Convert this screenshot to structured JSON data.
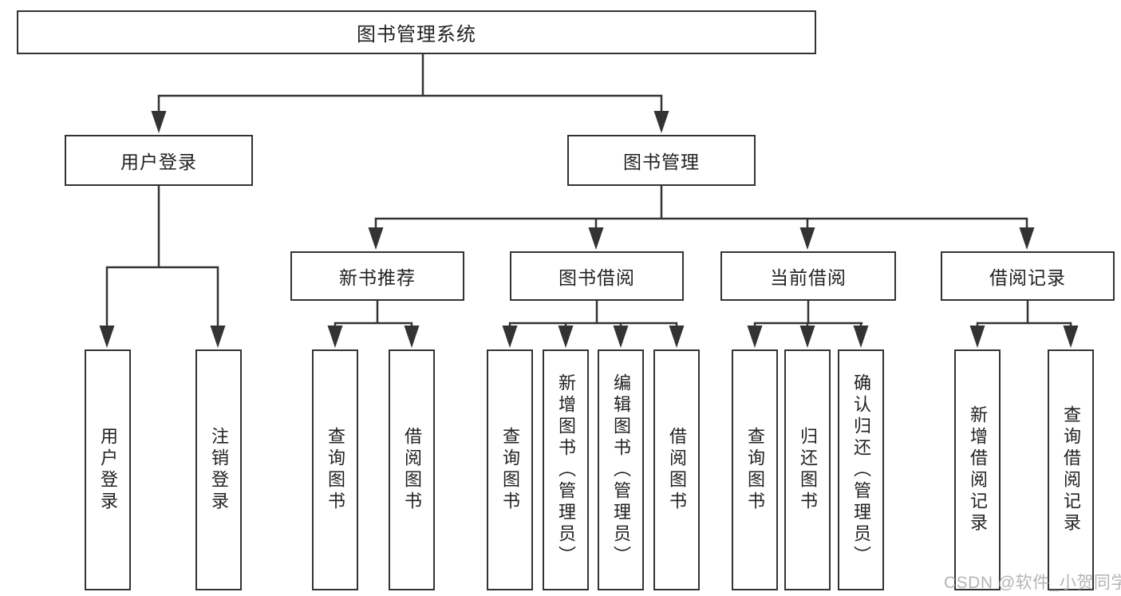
{
  "diagram": {
    "tree": {
      "root": {
        "label": "图书管理系统",
        "children": [
          {
            "label": "用户登录",
            "children": [
              {
                "label": "用户登录"
              },
              {
                "label": "注销登录"
              }
            ]
          },
          {
            "label": "图书管理",
            "children": [
              {
                "label": "新书推荐",
                "children": [
                  {
                    "label": "查询图书"
                  },
                  {
                    "label": "借阅图书"
                  }
                ]
              },
              {
                "label": "图书借阅",
                "children": [
                  {
                    "label": "查询图书"
                  },
                  {
                    "label": "新增图书（管理员）"
                  },
                  {
                    "label": "编辑图书（管理员）"
                  },
                  {
                    "label": "借阅图书"
                  }
                ]
              },
              {
                "label": "当前借阅",
                "children": [
                  {
                    "label": "查询图书"
                  },
                  {
                    "label": "归还图书"
                  },
                  {
                    "label": "确认归还（管理员）"
                  }
                ]
              },
              {
                "label": "借阅记录",
                "children": [
                  {
                    "label": "新增借阅记录"
                  },
                  {
                    "label": "查询借阅记录"
                  }
                ]
              }
            ]
          }
        ]
      }
    },
    "colors": {
      "line": "#333333",
      "box_border": "#333333",
      "box_fill": "#ffffff",
      "text": "#222222",
      "watermark_text": "#b5b5b5",
      "background": "#ffffff"
    }
  },
  "watermark": {
    "text": "CSDN @软件_小贺同学"
  }
}
